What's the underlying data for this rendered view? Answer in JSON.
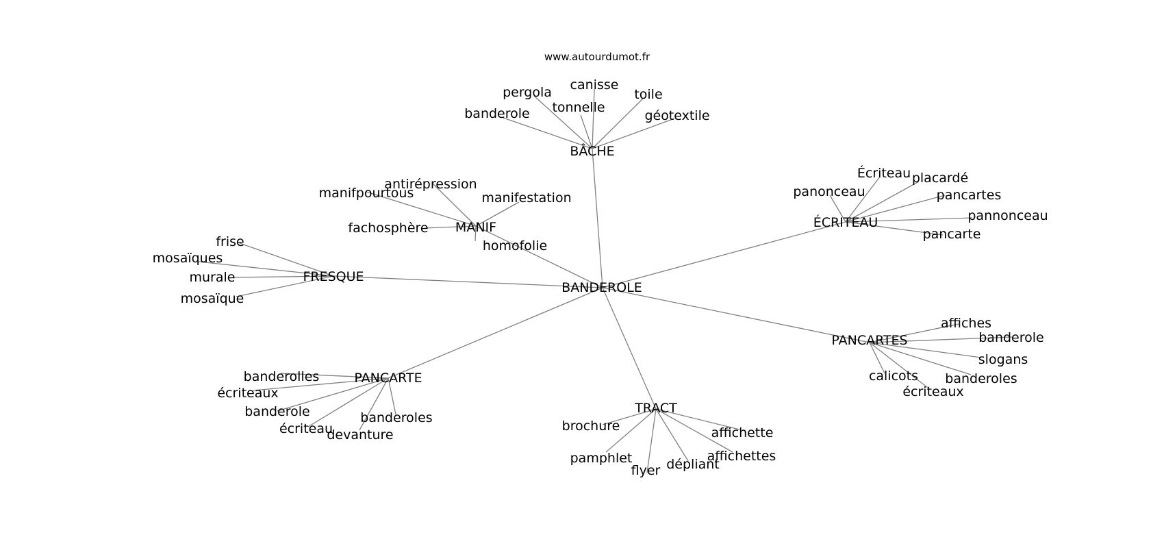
{
  "site": "www.autourdumot.fr",
  "root": "BANDEROLE",
  "clusters": [
    {
      "label": "BÂCHE",
      "children": [
        "banderole",
        "pergola",
        "tonnelle",
        "canisse",
        "toile",
        "géotextile"
      ]
    },
    {
      "label": "ÉCRITEAU",
      "children": [
        "panonceau",
        "Écriteau",
        "placardé",
        "pancartes",
        "pannonceau",
        "pancarte"
      ]
    },
    {
      "label": "MANIF",
      "children": [
        "manifpourtous",
        "antirépression",
        "manifestation",
        "fachosphère",
        "homofolie"
      ]
    },
    {
      "label": "FRESQUE",
      "children": [
        "frise",
        "mosaïques",
        "murale",
        "mosaïque"
      ]
    },
    {
      "label": "PANCARTES",
      "children": [
        "affiches",
        "banderole",
        "slogans",
        "banderoles",
        "écriteaux",
        "calicots"
      ]
    },
    {
      "label": "PANCARTE",
      "children": [
        "banderolles",
        "écriteaux",
        "banderole",
        "écriteau",
        "devanture",
        "banderoles"
      ]
    },
    {
      "label": "TRACT",
      "children": [
        "brochure",
        "pamphlet",
        "flyer",
        "dépliant",
        "affichettes",
        "affichette"
      ]
    }
  ]
}
